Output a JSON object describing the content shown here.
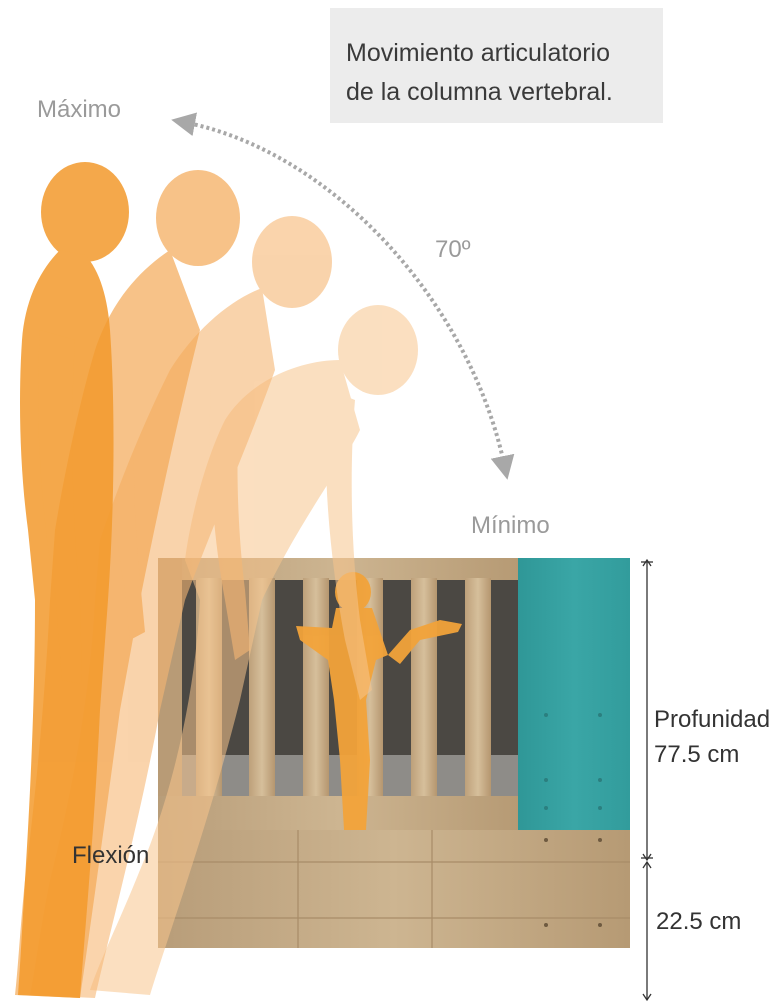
{
  "caption": {
    "line1": "Movimiento articulatorio",
    "line2": "de la columna vertebral."
  },
  "labels": {
    "max": "Máximo",
    "min": "Mínimo",
    "angle": "70º",
    "flexion": "Flexión",
    "depth_title": "Profunidad",
    "depth_value": "77.5 cm",
    "base_value": "22.5 cm"
  },
  "colors": {
    "figure_orange": "#f39a2c",
    "crib_wood": "#c9b08c",
    "crib_panel": "#3aa2a2",
    "arc_arrow": "#a8a8a8",
    "dimension_line": "#333333"
  }
}
